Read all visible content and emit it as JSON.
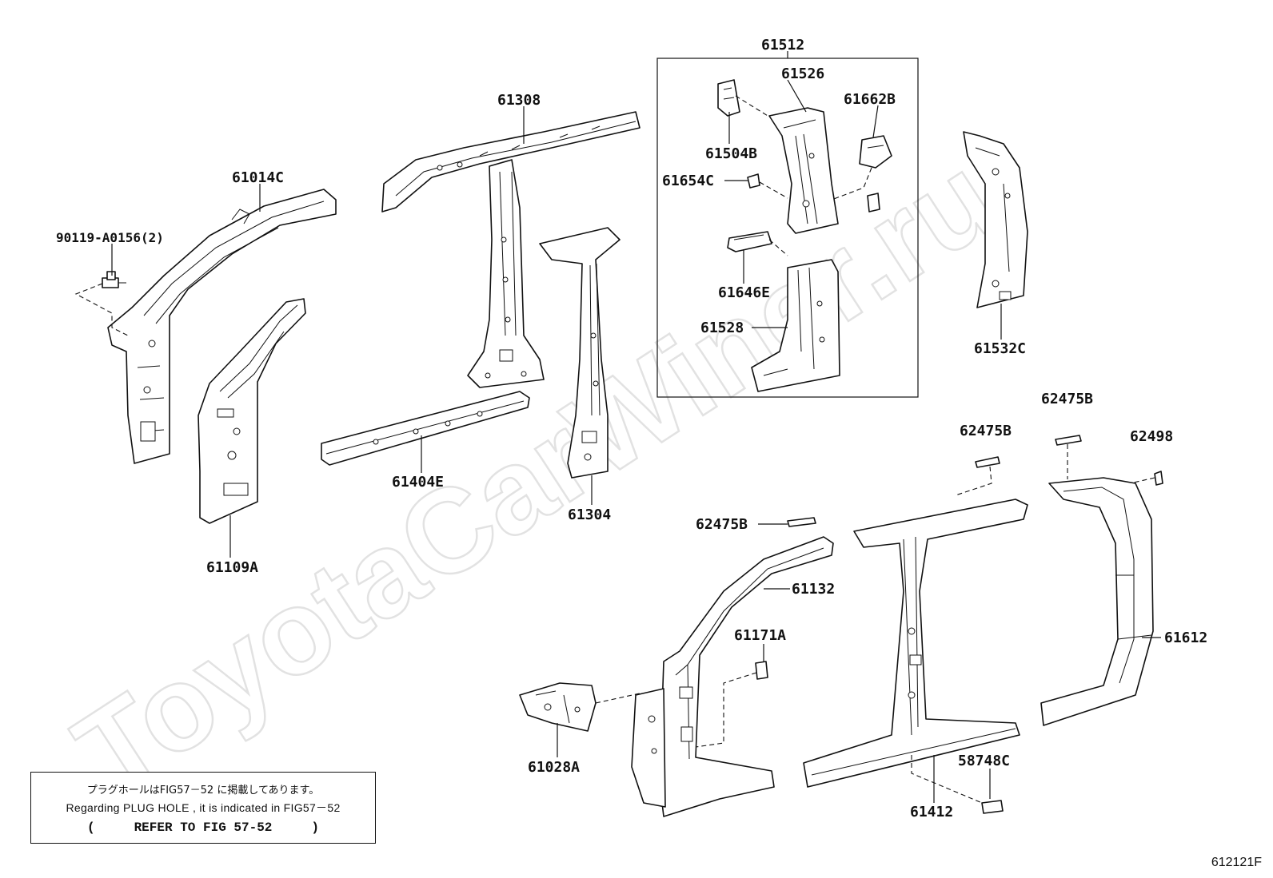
{
  "watermark": "ToyotaCarWiner.ru",
  "parts": {
    "p61512": "61512",
    "p61526": "61526",
    "p61662B": "61662B",
    "p61504B": "61504B",
    "p61654C": "61654C",
    "p61646E": "61646E",
    "p61528": "61528",
    "p61308": "61308",
    "p61014C": "61014C",
    "p90119": "90119-A0156(2)",
    "p61109A": "61109A",
    "p61404E": "61404E",
    "p61304": "61304",
    "p61532C": "61532C",
    "p62475B_a": "62475B",
    "p62475B_b": "62475B",
    "p62475B_c": "62475B",
    "p62498": "62498",
    "p61132": "61132",
    "p61171A": "61171A",
    "p61612": "61612",
    "p61028A": "61028A",
    "p58748C": "58748C",
    "p61412": "61412"
  },
  "note": {
    "line_jp": "プラグホールはFIG57－52 に掲載してあります。",
    "line_en": "Regarding  PLUG HOLE , it is indicated in  FIG57－52",
    "paren_open": "(",
    "refer": "REFER TO FIG 57-52",
    "paren_close": ")"
  },
  "figure_code": "612121F"
}
